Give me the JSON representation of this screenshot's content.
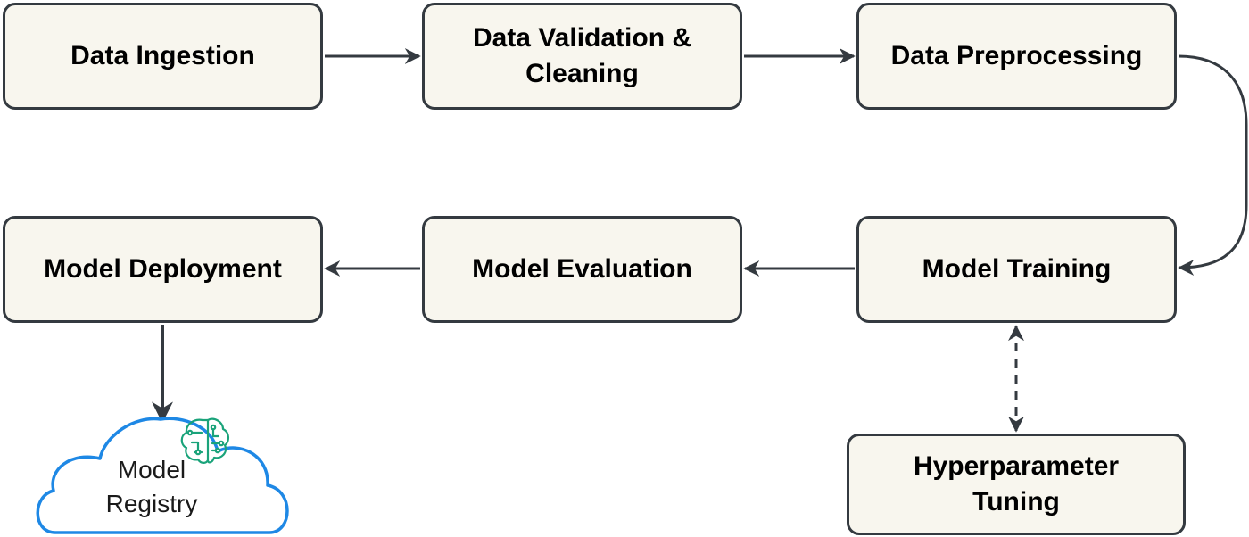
{
  "nodes": {
    "ingestion": "Data Ingestion",
    "validation": "Data Validation &\nCleaning",
    "preprocessing": "Data Preprocessing",
    "training": "Model Training",
    "evaluation": "Model Evaluation",
    "deployment": "Model Deployment",
    "tuning": "Hyperparameter\nTuning"
  },
  "registry": {
    "label": "Model\nRegistry",
    "icon": "ai-brain-circuit-icon"
  },
  "colors": {
    "node_fill": "#f8f6ee",
    "node_border": "#343a40",
    "arrow": "#343a40",
    "cloud_stroke": "#1e88e5",
    "brain_icon": "#1aa37a"
  },
  "edges": [
    {
      "from": "ingestion",
      "to": "validation",
      "style": "solid"
    },
    {
      "from": "validation",
      "to": "preprocessing",
      "style": "solid"
    },
    {
      "from": "preprocessing",
      "to": "training",
      "style": "solid"
    },
    {
      "from": "training",
      "to": "evaluation",
      "style": "solid"
    },
    {
      "from": "evaluation",
      "to": "deployment",
      "style": "solid"
    },
    {
      "from": "deployment",
      "to": "registry",
      "style": "solid"
    },
    {
      "from": "training",
      "to": "tuning",
      "style": "dashed-bidirectional"
    }
  ]
}
